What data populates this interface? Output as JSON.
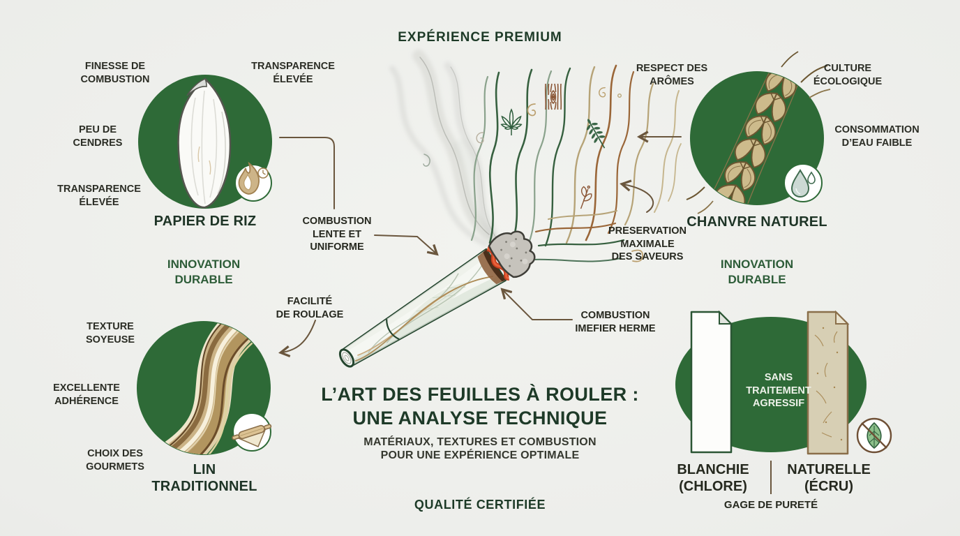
{
  "palette": {
    "background": "#ecedea",
    "circle_green": "#2e6a37",
    "dark_green_text": "#1e3a28",
    "tagline_green": "#2d5c38",
    "label_dark": "#2b2d25",
    "line_brown": "#6a563d",
    "ember_red": "#c8401f",
    "ash_gray": "#c6c3bc",
    "ecru_paper": "#d7cfb4",
    "hemp_tan": "#cdbb8c"
  },
  "header": {
    "top_title": "EXPÉRIENCE PREMIUM"
  },
  "main": {
    "title": "L’ART DES FEUILLES À ROULER :\nUNE ANALYSE TECHNIQUE",
    "subtitle": "MATÉRIAUX, TEXTURES ET COMBUSTION\nPOUR UNE EXPÉRIENCE OPTIMALE",
    "footer": "QUALITÉ CERTIFIÉE"
  },
  "rice": {
    "name": "PAPIER DE RIZ",
    "tagline": "INNOVATION\nDURABLE",
    "label_top_left": "FINESSE DE\nCOMBUSTION",
    "label_top_right": "TRANSPARENCE\nÉLEVÉE",
    "label_left": "PEU DE\nCENDRES",
    "label_bottom_left": "TRANSPARENCE\nÉLEVÉE",
    "badge_icon": "flame-clock-icon"
  },
  "hemp": {
    "name": "CHANVRE NATUREL",
    "tagline": "INNOVATION\nDURABLE",
    "label_top_left": "RESPECT DES\nARÔMES",
    "label_top_right": "CULTURE\nÉCOLOGIQUE",
    "label_right": "CONSOMMATION\nD’EAU FAIBLE",
    "badge_icon": "water-drop-icon"
  },
  "flax": {
    "name": "LIN\nTRADITIONNEL",
    "label_top_left": "TEXTURE\nSOYEUSE",
    "label_left": "EXCELLENTE\nADHÉRENCE",
    "label_bottom_left": "CHOIX DES\nGOURMETS",
    "badge_icon": "rolling-pin-icon"
  },
  "purity": {
    "center_label": "SANS\nTRAITEMENT\nAGRESSIF",
    "left_name": "BLANCHIE\n(CHLORE)",
    "right_name": "NATURELLE\n(ÉCRU)",
    "caption": "GAGE DE PURETÉ",
    "badge_icon": "no-leaf-icon"
  },
  "callouts": {
    "combustion": "COMBUSTION\nLENTE ET\nUNIFORME",
    "rolling": "FACILITÉ\nDE ROULAGE",
    "preservation": "PRESERVATION\nMAXIMALE\nDES SAVEURS",
    "seal": "COMBUSTION\nIMEFIER HERME"
  }
}
